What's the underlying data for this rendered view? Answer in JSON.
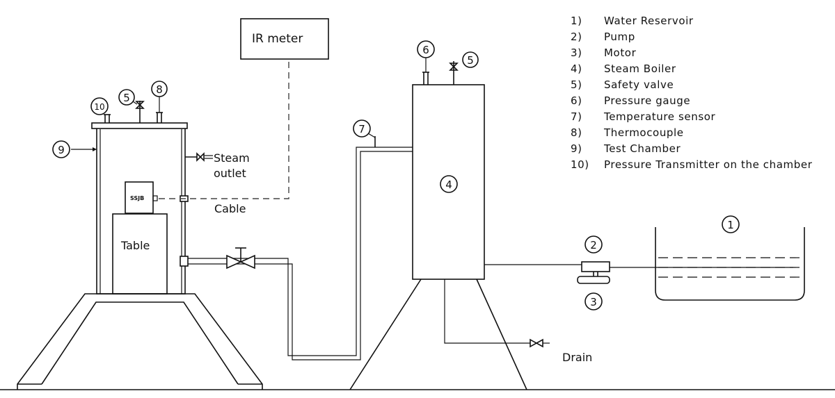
{
  "labels": {
    "ir_meter": "IR meter",
    "steam": "Steam",
    "outlet": "outlet",
    "cable": "Cable",
    "ssjb": "SSJB",
    "table": "Table",
    "drain": "Drain"
  },
  "callouts": {
    "water_reservoir": "1",
    "pump": "2",
    "motor": "3",
    "steam_boiler": "4",
    "safety_valve_boiler": "5",
    "safety_valve_chamber": "5",
    "pressure_gauge": "6",
    "temperature_sensor": "7",
    "thermocouple": "8",
    "test_chamber": "9",
    "pressure_transmitter": "10"
  },
  "legend": [
    {
      "num": "1)",
      "text": "Water Reservoir"
    },
    {
      "num": "2)",
      "text": "Pump"
    },
    {
      "num": "3)",
      "text": "Motor"
    },
    {
      "num": "4)",
      "text": "Steam Boiler"
    },
    {
      "num": "5)",
      "text": "Safety valve"
    },
    {
      "num": "6)",
      "text": "Pressure gauge"
    },
    {
      "num": "7)",
      "text": "Temperature sensor"
    },
    {
      "num": "8)",
      "text": "Thermocouple"
    },
    {
      "num": "9)",
      "text": "Test Chamber"
    },
    {
      "num": "10)",
      "text": "Pressure Transmitter on the chamber"
    }
  ]
}
